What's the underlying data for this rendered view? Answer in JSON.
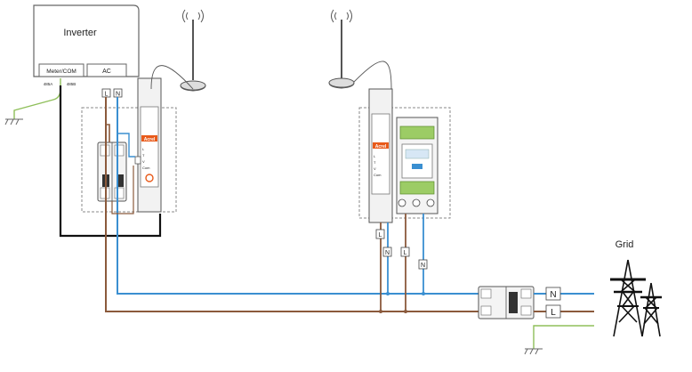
{
  "inverter": {
    "title": "Inverter",
    "port_meter": "Meter/COM",
    "port_ac": "AC",
    "pin_a": "485A",
    "pin_b": "485B"
  },
  "terminals": {
    "line": "L",
    "neutral": "N"
  },
  "grid": {
    "label": "Grid"
  },
  "meter": {
    "brand": "Acrel",
    "indicators": [
      "L",
      "T",
      "V",
      "Com"
    ]
  },
  "colors": {
    "live_wire": "#8b5a3c",
    "neutral_wire": "#3a8fd1",
    "ground_wire": "#8fbf5a",
    "rs485_wire": "#111111",
    "meter_accent": "#e85a1a",
    "box_border": "#888888"
  },
  "icons": [
    "antenna-icon",
    "ground-icon",
    "pylon-icon",
    "breaker-icon",
    "meter-icon"
  ]
}
